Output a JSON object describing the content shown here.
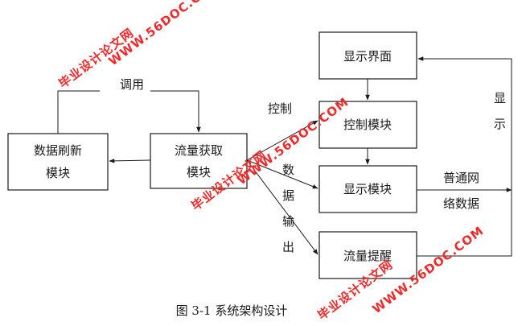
{
  "nodes": {
    "display_ui": "显示界面",
    "control_module": "控制模块",
    "display_module": "显示模块",
    "flow_alert": "流量提醒",
    "flow_fetch": [
      "流量获取",
      "模块"
    ],
    "data_refresh": [
      "数据刷新",
      "模块"
    ]
  },
  "edge_labels": {
    "call": "调用",
    "control": "控制",
    "display": [
      "显",
      "示"
    ],
    "data_output": [
      "数",
      "据",
      "输",
      "出"
    ],
    "normal_net_data": [
      "普通网",
      "络数据"
    ]
  },
  "caption": "图 3-1    系统架构设计",
  "watermarks": {
    "site": "毕业设计论文网",
    "url": "WWW.56DOC.COM",
    "color": "#ee2a2a"
  }
}
